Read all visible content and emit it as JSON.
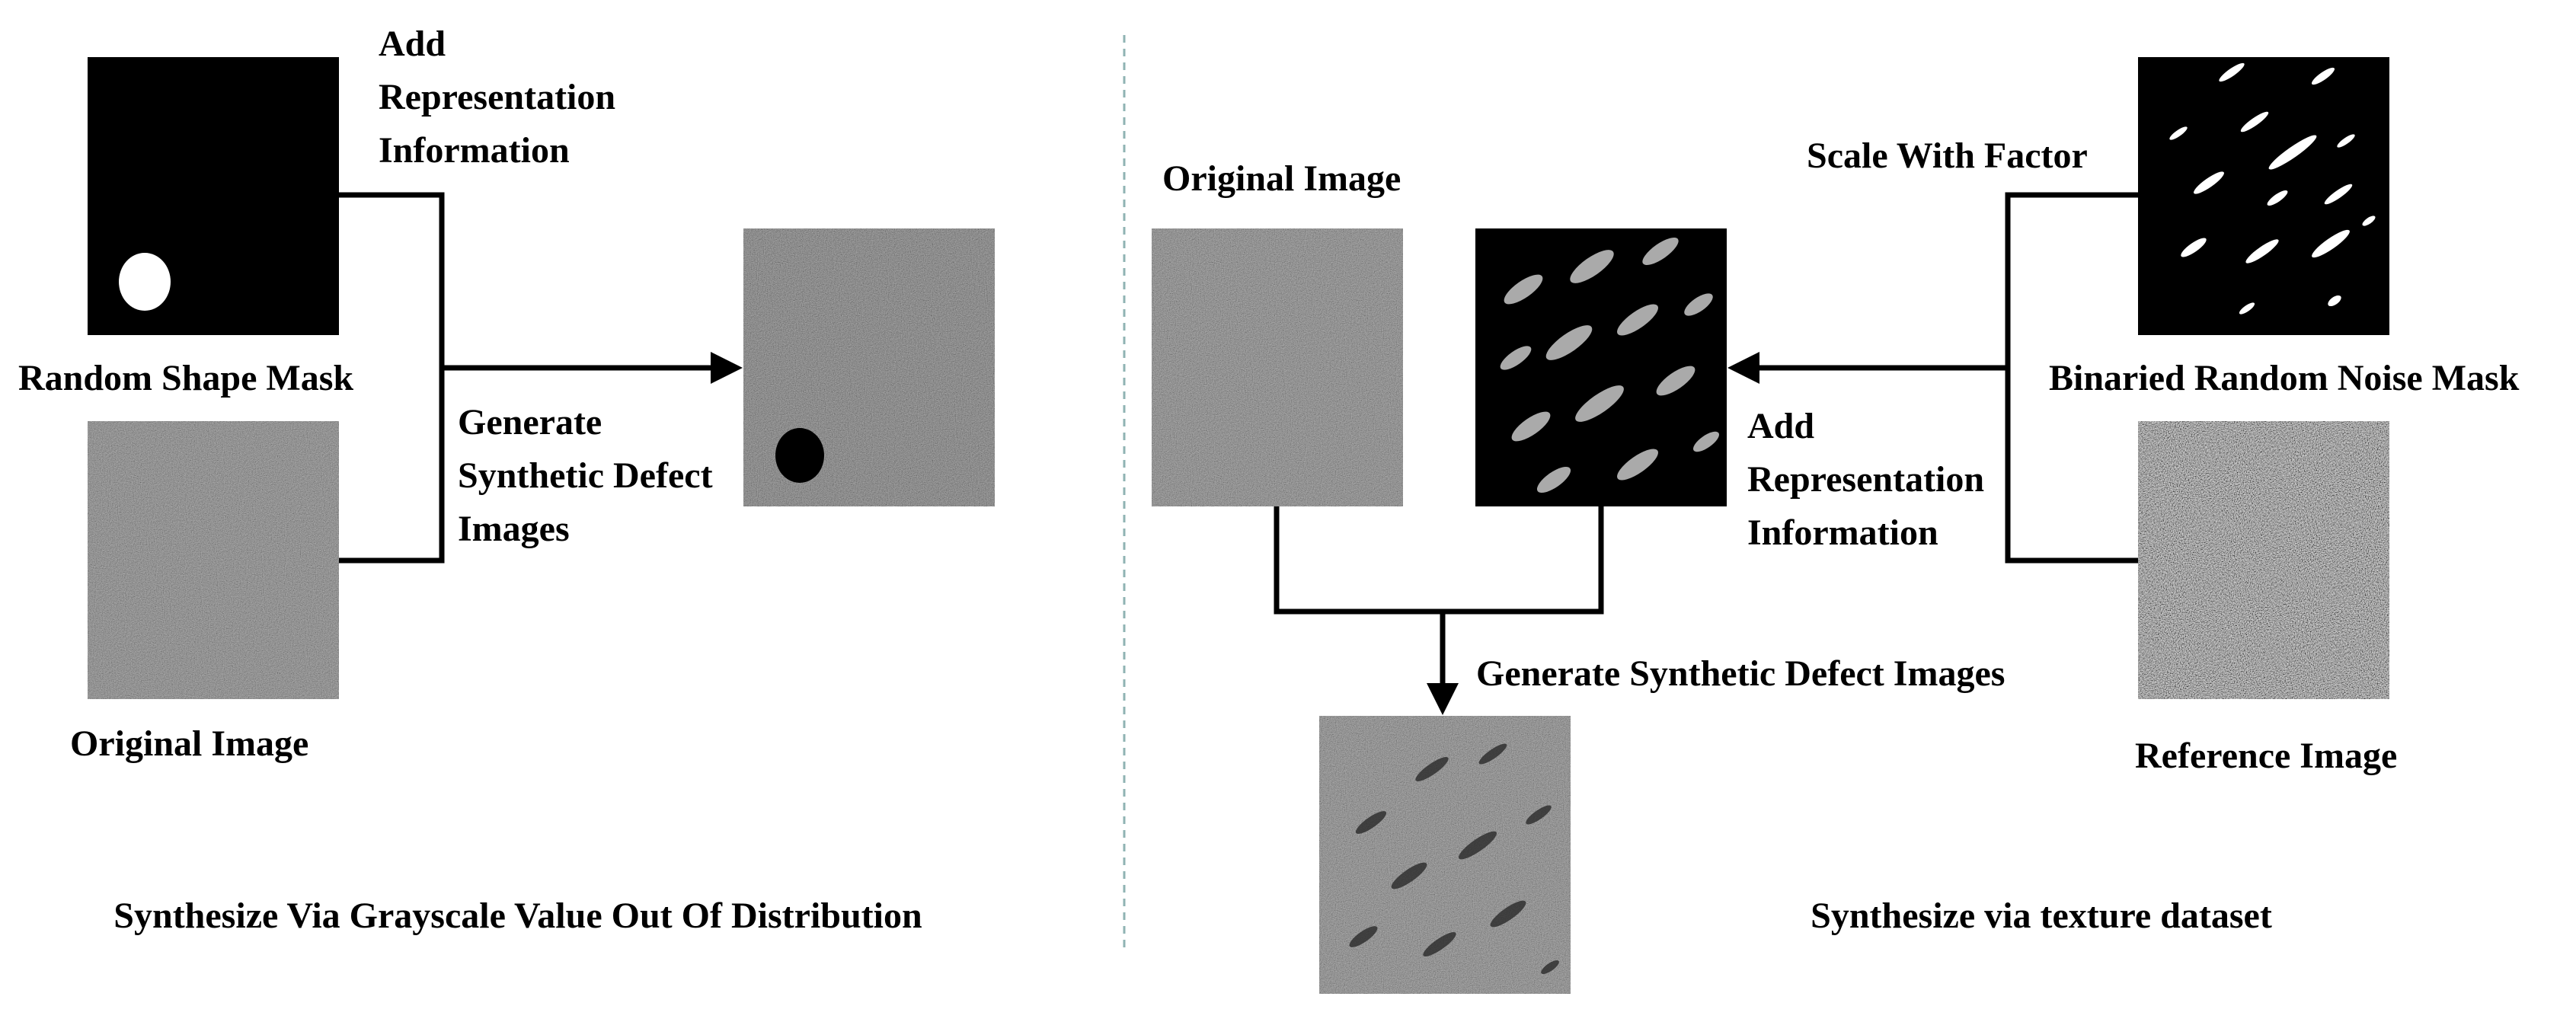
{
  "left_panel": {
    "add_info_label": [
      "Add",
      "Representation",
      "Information"
    ],
    "random_shape_mask_label": "Random Shape Mask",
    "original_image_label": "Original Image",
    "generate_label": [
      "Generate",
      "Synthetic Defect",
      "Images"
    ],
    "caption": "Synthesize Via Grayscale Value Out Of  Distribution"
  },
  "right_panel": {
    "original_image_label": "Original Image",
    "scale_label": "Scale With Factor",
    "binaried_mask_label": "Binaried Random Noise Mask",
    "add_info_label": [
      "Add",
      "Representation",
      "Information"
    ],
    "generate_label": "Generate Synthetic Defect Images",
    "reference_image_label": "Reference Image",
    "caption": "Synthesize via texture dataset"
  },
  "colors": {
    "line": "#000000",
    "divider": "#8fb3b3",
    "texture_gray": "#7a7a7a",
    "dark_texture": "#3c3c3c",
    "mask_black": "#000000",
    "mask_white": "#ffffff"
  }
}
